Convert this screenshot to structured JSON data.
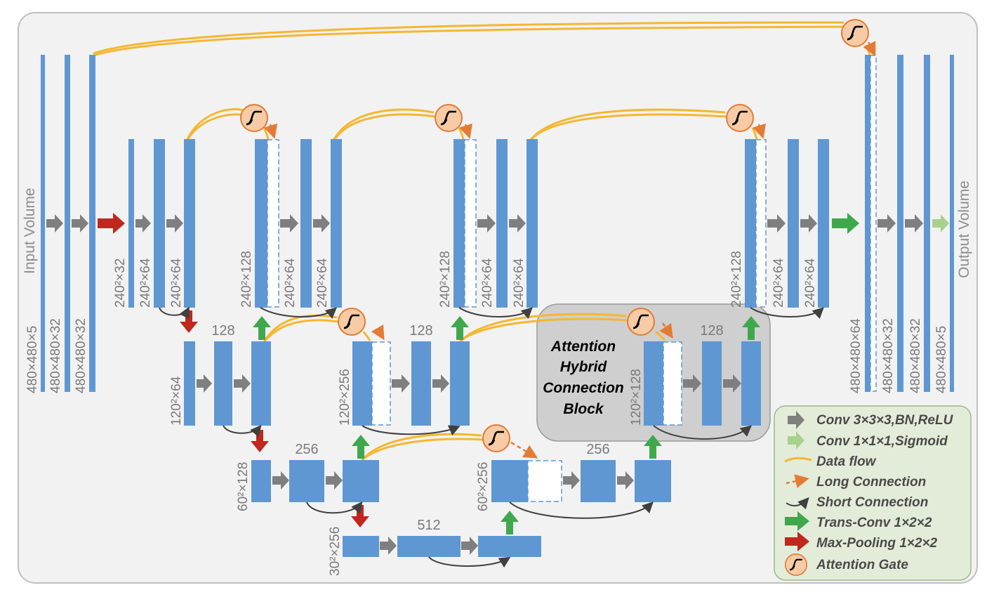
{
  "colors": {
    "block": "#5f97d2",
    "data_flow": "#f5b731",
    "long_connection": "#e47b35",
    "short_connection": "#404040",
    "conv": "#7f7f7f",
    "sigmoid_conv": "#a9d18e",
    "trans_conv": "#3fa84d",
    "max_pool": "#c0281f",
    "gate_fill": "#f7cba6",
    "gate_stroke": "#e47b35",
    "legend_bg": "#e3ecd9",
    "hybrid_bg": "#cfcfcf"
  },
  "io": {
    "input_label": "Input Volume",
    "output_label": "Output Volume"
  },
  "labels": {
    "in_480x5": "480×480×5",
    "in_480x32_a": "480×480×32",
    "in_480x32_b": "480×480×32",
    "l1_32": "240²×32",
    "l1_64_a": "240²×64",
    "l1_64_b": "240²×64",
    "d1_128": "240²×128",
    "d1_64_a": "240²×64",
    "d1_64_b": "240²×64",
    "d2_128": "240²×128",
    "d2_64_a": "240²×64",
    "d2_64_b": "240²×64",
    "d3_128": "240²×128",
    "d3_64_a": "240²×64",
    "d3_64_b": "240²×64",
    "out_480x64": "480×480×64",
    "out_480x32_a": "480×480×32",
    "out_480x32_b": "480×480×32",
    "out_480x5": "480×480×5",
    "l2_64": "120²×64",
    "l2_128": "128",
    "d4_256": "120²×256",
    "d4_128": "128",
    "d5_128": "120²×128",
    "d5_128b": "128",
    "l3_128": "60²×128",
    "l3_256": "256",
    "d6_256": "60²×256",
    "d6_256b": "256",
    "l4_256": "30²×256",
    "l4_512": "512"
  },
  "hybrid_block": {
    "line1": "Attention",
    "line2": "Hybrid",
    "line3": "Connection",
    "line4": "Block"
  },
  "legend": {
    "items": [
      {
        "icon": "gray-arrow-icon",
        "label": "Conv 3×3×3,BN,ReLU"
      },
      {
        "icon": "light-green-arrow-icon",
        "label": "Conv 1×1×1,Sigmoid"
      },
      {
        "icon": "orange-line-icon",
        "label": "Data flow"
      },
      {
        "icon": "dashed-orange-arrow-icon",
        "label": "Long Connection"
      },
      {
        "icon": "curved-black-arrow-icon",
        "label": "Short Connection"
      },
      {
        "icon": "green-arrow-icon",
        "label": "Trans-Conv 1×2×2"
      },
      {
        "icon": "red-arrow-icon",
        "label": "Max-Pooling 1×2×2"
      },
      {
        "icon": "sigmoid-gate-icon",
        "label": "Attention Gate"
      }
    ]
  }
}
